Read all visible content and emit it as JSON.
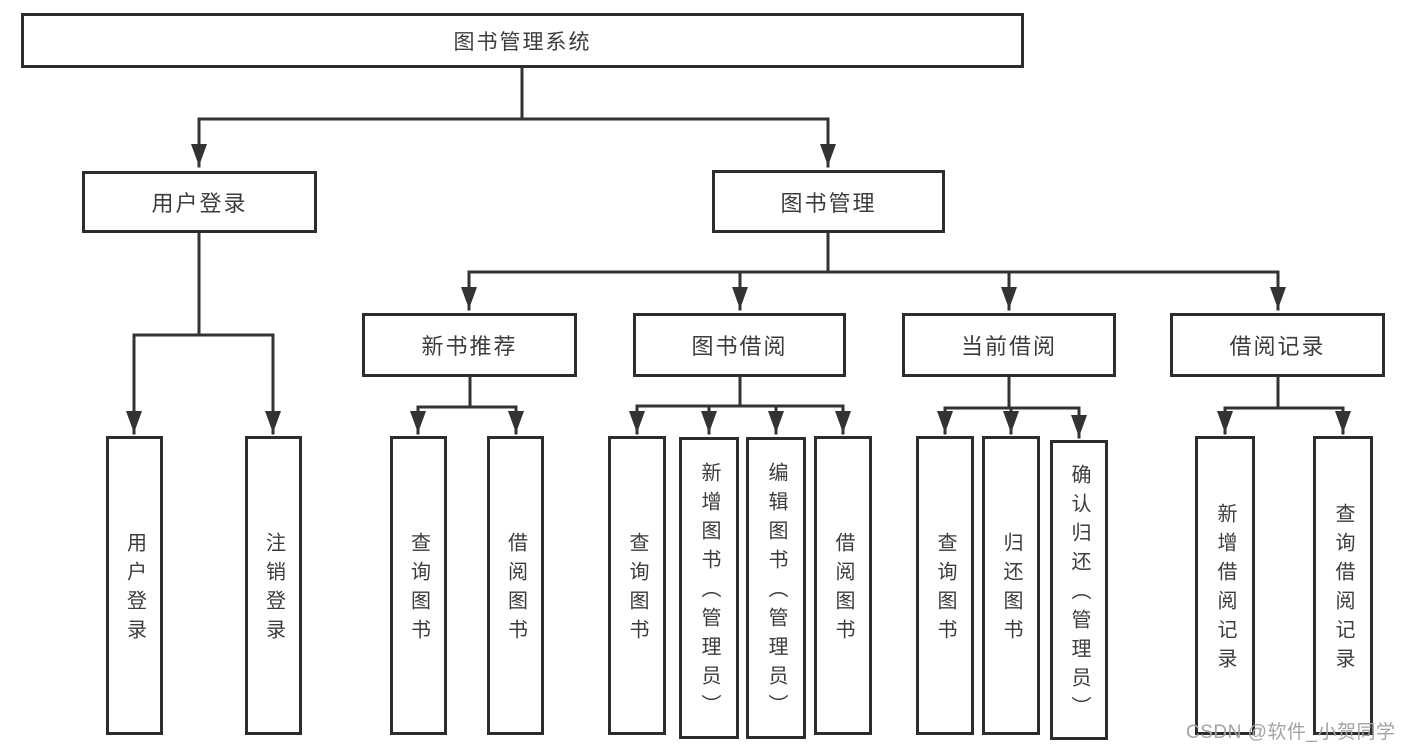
{
  "diagram": {
    "root": {
      "label": "图书管理系统"
    },
    "level2": [
      {
        "label": "用户登录",
        "leaves": [
          "用户登录",
          "注销登录"
        ]
      },
      {
        "label": "图书管理",
        "sections": [
          {
            "label": "新书推荐",
            "leaves": [
              "查询图书",
              "借阅图书"
            ]
          },
          {
            "label": "图书借阅",
            "leaves": [
              "查询图书",
              "新增图书（管理员）",
              "编辑图书（管理员）",
              "借阅图书"
            ]
          },
          {
            "label": "当前借阅",
            "leaves": [
              "查询图书",
              "归还图书",
              "确认归还（管理员）"
            ]
          },
          {
            "label": "借阅记录",
            "leaves": [
              "新增借阅记录",
              "查询借阅记录"
            ]
          }
        ]
      }
    ],
    "watermark": "CSDN @软件_小贺同学",
    "colors": {
      "line": "#333333",
      "border": "#2d2d2d",
      "text": "#3c3c40",
      "watermark": "#a3a3a3",
      "background": "#ffffff"
    }
  }
}
